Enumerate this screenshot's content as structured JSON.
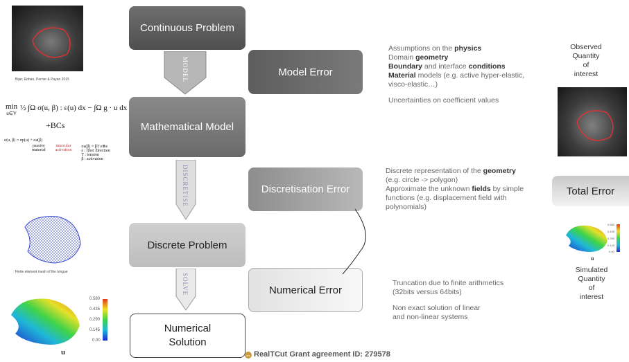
{
  "stages": {
    "continuous": "Continuous Problem",
    "mathematical": "Mathematical Model",
    "discrete": "Discrete Problem",
    "numerical_line1": "Numerical",
    "numerical_line2": "Solution"
  },
  "arrows": {
    "model": "MODEL",
    "discretise": "DISCRETISE",
    "solve": "SOLVE"
  },
  "errors": {
    "model": "Model Error",
    "discretisation": "Discretisation Error",
    "numerical": "Numerical Error",
    "total": "Total Error"
  },
  "notes": {
    "model": {
      "l1_pre": "Assumptions on the ",
      "l1_b": "physics",
      "l2_pre": "Domain ",
      "l2_b": "geometry",
      "l3_b1": "Boundary",
      "l3_mid": " and interface ",
      "l3_b2": "conditions",
      "l4_b": "Material",
      "l4_post": " models (e.g. active hyper-elastic,",
      "l5": "visco-elastic…)",
      "l6": "Uncertainties on coefficient values"
    },
    "discretisation": {
      "l1_pre": "Discrete representation of the ",
      "l1_b": "geometry",
      "l2": "(e.g. circle -> polygon)",
      "l3_pre": "Approximate the unknown ",
      "l3_b": "fields",
      "l3_post": " by simple",
      "l4": "functions (e.g. displacement field with",
      "l5": "polynomials)"
    },
    "numerical": {
      "l1": "Truncation due to finite arithmetics",
      "l2": "(32bits versus 64bits)",
      "l3": "Non exact solution of linear",
      "l4": "and non-linear systems"
    }
  },
  "right": {
    "observed": [
      "Observed",
      "Quantity",
      "of",
      "interest"
    ],
    "simulated": [
      "Simulated",
      "Quantity",
      "of",
      "interest"
    ]
  },
  "left": {
    "mri_caption": "Bijar, Rohan, Perrier & Payan 2015",
    "mesh_caption": "Finite element mesh of the tongue",
    "formula_min": "min",
    "formula_sub": "u∈V",
    "formula_expr": "½ ∫Ω σ(u, β) : ε(u) dx − ∫Ω g · u dx",
    "formula_bcs": "+BCs",
    "constitutive": "σ(u, β) = σp(u) + σa(β)",
    "passive": "passive",
    "passive2": "material",
    "muscular": "muscular",
    "activation": "activation",
    "fiber": "σa(β) = βT e⊗e",
    "fiber2": "e : fiber direction",
    "fiber3": "T : tension",
    "fiber4": "β : activation",
    "colorbar_ticks": [
      "0.580",
      "0.435",
      "0.290",
      "0.145",
      "0.00"
    ],
    "u_label": "u"
  },
  "colorbar_small_ticks": [
    "0.580",
    "0.435",
    "0.290",
    "0.145",
    "0.00"
  ],
  "u_label_small": "u",
  "footer": {
    "logo": "erc",
    "text": "RealTCut Grant agreement ID: 279578"
  },
  "colors": {
    "dark_box": "#5b5b5b",
    "mid_box": "#777777",
    "light_box": "#c7c7c7",
    "arrow": "#b8b8b8"
  }
}
